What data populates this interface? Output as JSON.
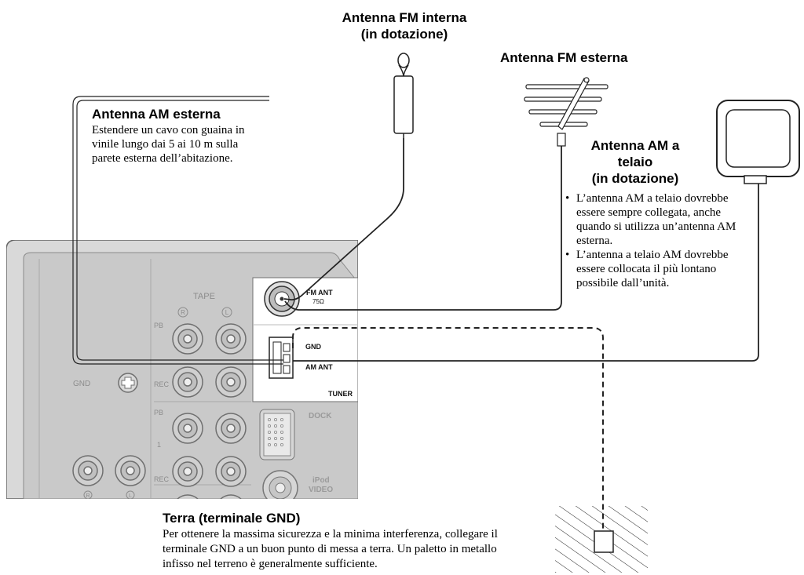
{
  "labels": {
    "fm_internal_title_1": "Antenna FM interna",
    "fm_internal_title_2": "(in dotazione)",
    "fm_external_title": "Antenna FM esterna",
    "am_external_title": "Antenna AM esterna",
    "am_external_desc": "Estendere un cavo con guaina in vinile lungo dai 5 ai 10 m sulla parete esterna dell’abitazione.",
    "am_loop_title_1": "Antenna AM a",
    "am_loop_title_2": "telaio",
    "am_loop_title_3": "(in dotazione)",
    "am_loop_bullets": [
      "L’antenna AM a telaio dovrebbe essere sempre collegata, anche quando si utilizza un’antenna AM esterna.",
      "L’antenna a telaio AM dovrebbe essere collocata il più lontano possibile dall’unità."
    ],
    "ground_title": "Terra (terminale GND)",
    "ground_desc": "Per ottenere la massima sicurezza e la minima interferenza, collegare il terminale GND a un buon punto di messa a terra. Un paletto in metallo infisso nel terreno è generalmente sufficiente."
  },
  "panel": {
    "tape": "TAPE",
    "pb": "PB",
    "rec": "REC",
    "r": "R",
    "l": "L",
    "gnd_left": "GND",
    "one": "1",
    "fm_ant": "FM ANT",
    "ohm": "75Ω",
    "gnd": "GND",
    "am_ant": "AM ANT",
    "tuner": "TUNER",
    "dock": "DOCK",
    "ipod": "iPod",
    "video": "VIDEO"
  }
}
